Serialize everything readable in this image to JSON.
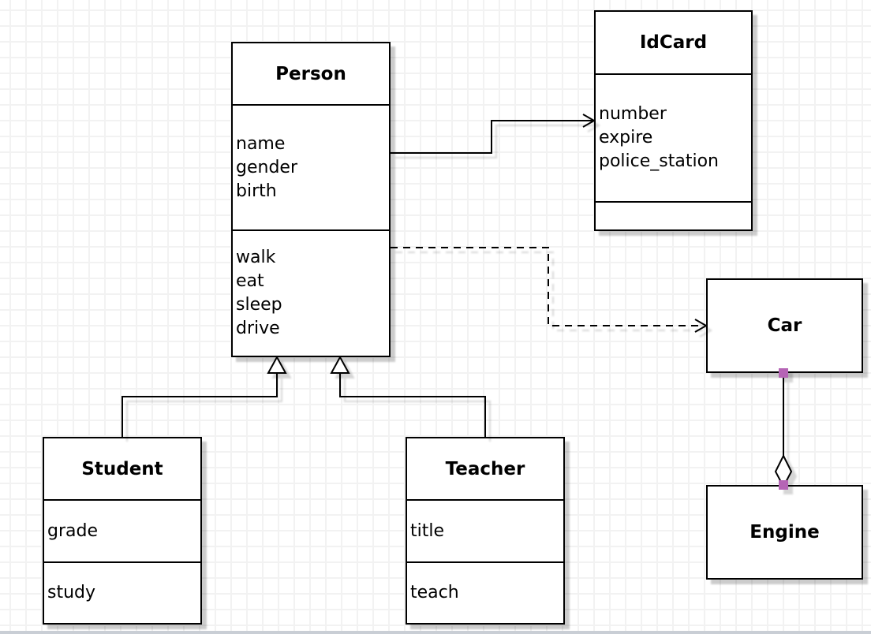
{
  "diagram": {
    "type": "uml-class-diagram",
    "background_color": "#ffffff",
    "grid_color": "#f2f2f2",
    "stroke_color": "#000000",
    "handle_color": "#b564b5",
    "page_edge_color": "#c9ced5"
  },
  "classes": {
    "person": {
      "name": "Person",
      "attributes": [
        "name",
        "gender",
        "birth"
      ],
      "methods": [
        "walk",
        "eat",
        "sleep",
        "drive"
      ]
    },
    "idcard": {
      "name": "IdCard",
      "attributes": [
        "number",
        "expire",
        "police_station"
      ],
      "methods": []
    },
    "car": {
      "name": "Car",
      "attributes": [],
      "methods": []
    },
    "engine": {
      "name": "Engine",
      "attributes": [],
      "methods": []
    },
    "student": {
      "name": "Student",
      "attributes": [
        "grade"
      ],
      "methods": [
        "study"
      ]
    },
    "teacher": {
      "name": "Teacher",
      "attributes": [
        "title"
      ],
      "methods": [
        "teach"
      ]
    }
  },
  "relationships": [
    {
      "from": "Person",
      "to": "IdCard",
      "type": "association",
      "line": "solid",
      "marker": "open-arrow"
    },
    {
      "from": "Person",
      "to": "Car",
      "type": "dependency",
      "line": "dashed",
      "marker": "open-arrow"
    },
    {
      "from": "Student",
      "to": "Person",
      "type": "generalization",
      "line": "solid",
      "marker": "hollow-triangle"
    },
    {
      "from": "Teacher",
      "to": "Person",
      "type": "generalization",
      "line": "solid",
      "marker": "hollow-triangle"
    },
    {
      "from": "Car",
      "to": "Engine",
      "type": "aggregation",
      "line": "solid",
      "marker": "hollow-diamond"
    }
  ]
}
